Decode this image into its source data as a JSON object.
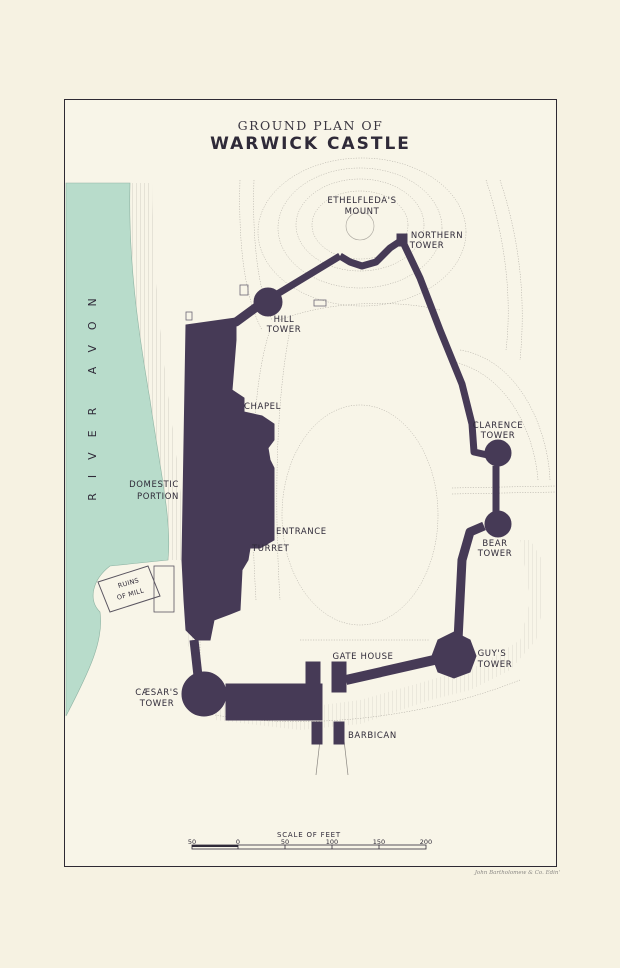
{
  "title": {
    "subtitle": "GROUND PLAN OF",
    "main": "WARWICK CASTLE"
  },
  "river_label": "RIVER AVON",
  "labels": {
    "ethelfleda1": "ETHELFLEDA'S",
    "ethelfleda2": "MOUNT",
    "northern1": "NORTHERN",
    "northern2": "TOWER",
    "hill1": "HILL",
    "hill2": "TOWER",
    "chapel": "CHAPEL",
    "clarence1": "CLARENCE",
    "clarence2": "TOWER",
    "domestic1": "DOMESTIC",
    "domestic2": "PORTION",
    "entrance": "ENTRANCE",
    "turret": "TURRET",
    "bear1": "BEAR",
    "bear2": "TOWER",
    "ruins1": "RUINS",
    "ruins2": "OF MILL",
    "gatehouse": "GATE HOUSE",
    "guys1": "GUY'S",
    "guys2": "TOWER",
    "caesars1": "CÆSAR'S",
    "caesars2": "TOWER",
    "barbican": "BARBICAN"
  },
  "scale": {
    "title": "SCALE OF FEET",
    "ticks": [
      "50",
      "0",
      "50",
      "100",
      "150",
      "200"
    ]
  },
  "credit": "John Bartholomew & Co. Edin'",
  "colors": {
    "wall": "#463a56",
    "river": "#b8dccb",
    "ink": "#2f2a38",
    "paper": "#f8f5e8"
  }
}
